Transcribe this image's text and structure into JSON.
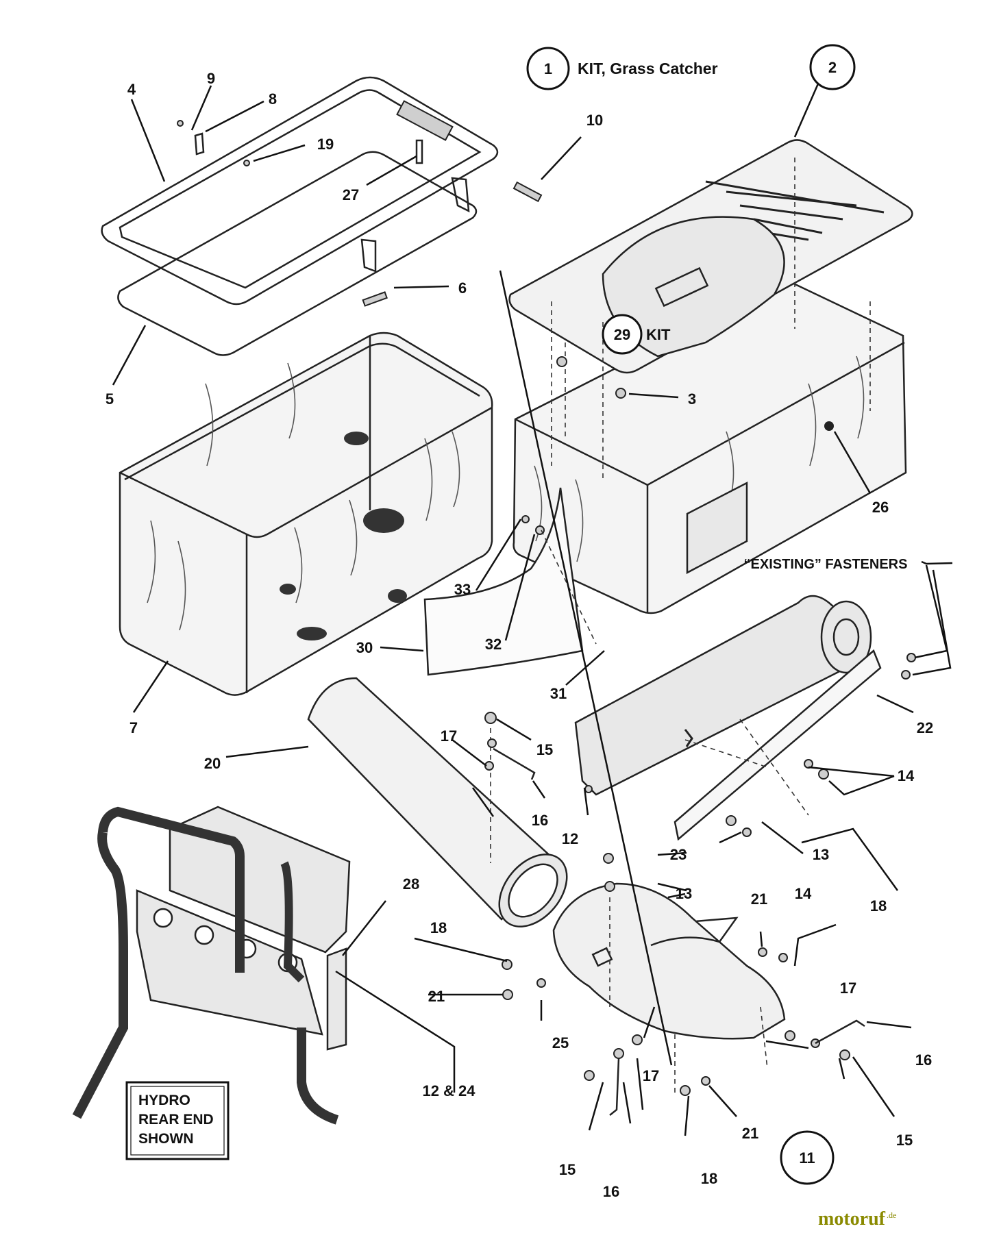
{
  "title": "KIT, Grass Catcher",
  "callouts": {
    "kit_number": "1",
    "cover_number": "2",
    "chute_number": "11",
    "deflector_kit_number": "29",
    "deflector_kit_label": "KIT"
  },
  "labels": {
    "l3": "3",
    "l4": "4",
    "l5": "5",
    "l6": "6",
    "l7": "7",
    "l8": "8",
    "l9": "9",
    "l10": "10",
    "l12": "12",
    "l12_24": "12 & 24",
    "l13a": "13",
    "l13b": "13",
    "l14a": "14",
    "l14b": "14",
    "l15a": "15",
    "l15b": "15",
    "l15c": "15",
    "l16a": "16",
    "l16b": "16",
    "l16c": "16",
    "l17a": "17",
    "l17b": "17",
    "l17c": "17",
    "l18a": "18",
    "l18b": "18",
    "l18c": "18",
    "l19": "19",
    "l20": "20",
    "l21a": "21",
    "l21b": "21",
    "l21c": "21",
    "l22": "22",
    "l23": "23",
    "l25": "25",
    "l26": "26",
    "l27": "27",
    "l28": "28",
    "l30": "30",
    "l31": "31",
    "l32": "32",
    "l33": "33"
  },
  "existing_fasteners": "“EXISTING” FASTENERS",
  "note": {
    "line1": "HYDRO",
    "line2": "REAR END",
    "line3": "SHOWN"
  },
  "watermark": "motoruf",
  "watermark_suffix": ".de"
}
